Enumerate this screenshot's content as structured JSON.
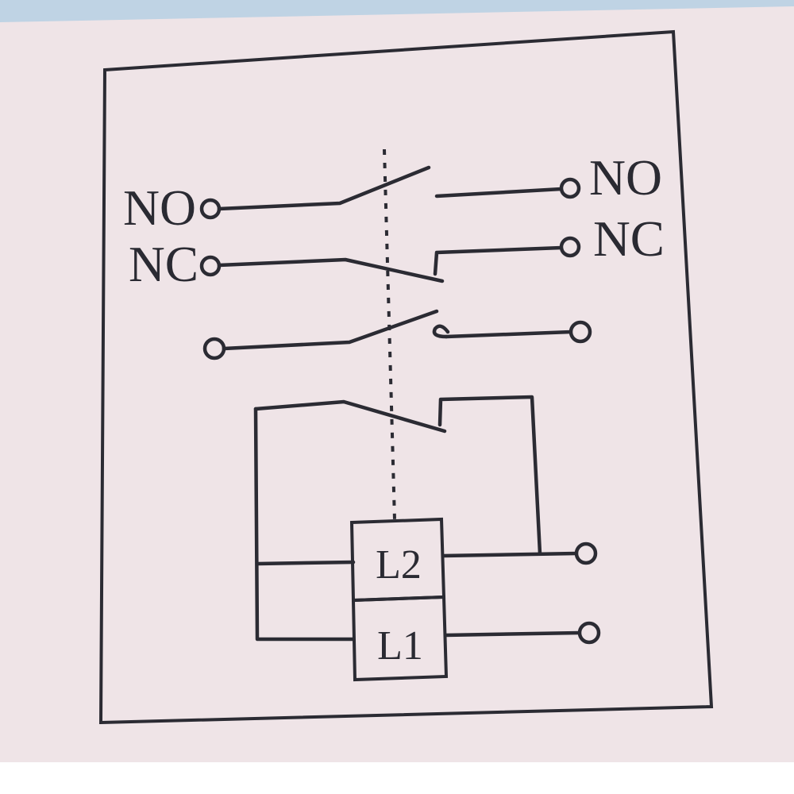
{
  "terminals": {
    "left_no": "NO",
    "left_nc": "NC",
    "right_no": "NO",
    "right_nc": "NC"
  },
  "coils": {
    "upper": "L2",
    "lower": "L1"
  },
  "colors": {
    "background": "#efe4e7",
    "line": "#2b2b33",
    "top_strip": "#bfd3e4"
  }
}
